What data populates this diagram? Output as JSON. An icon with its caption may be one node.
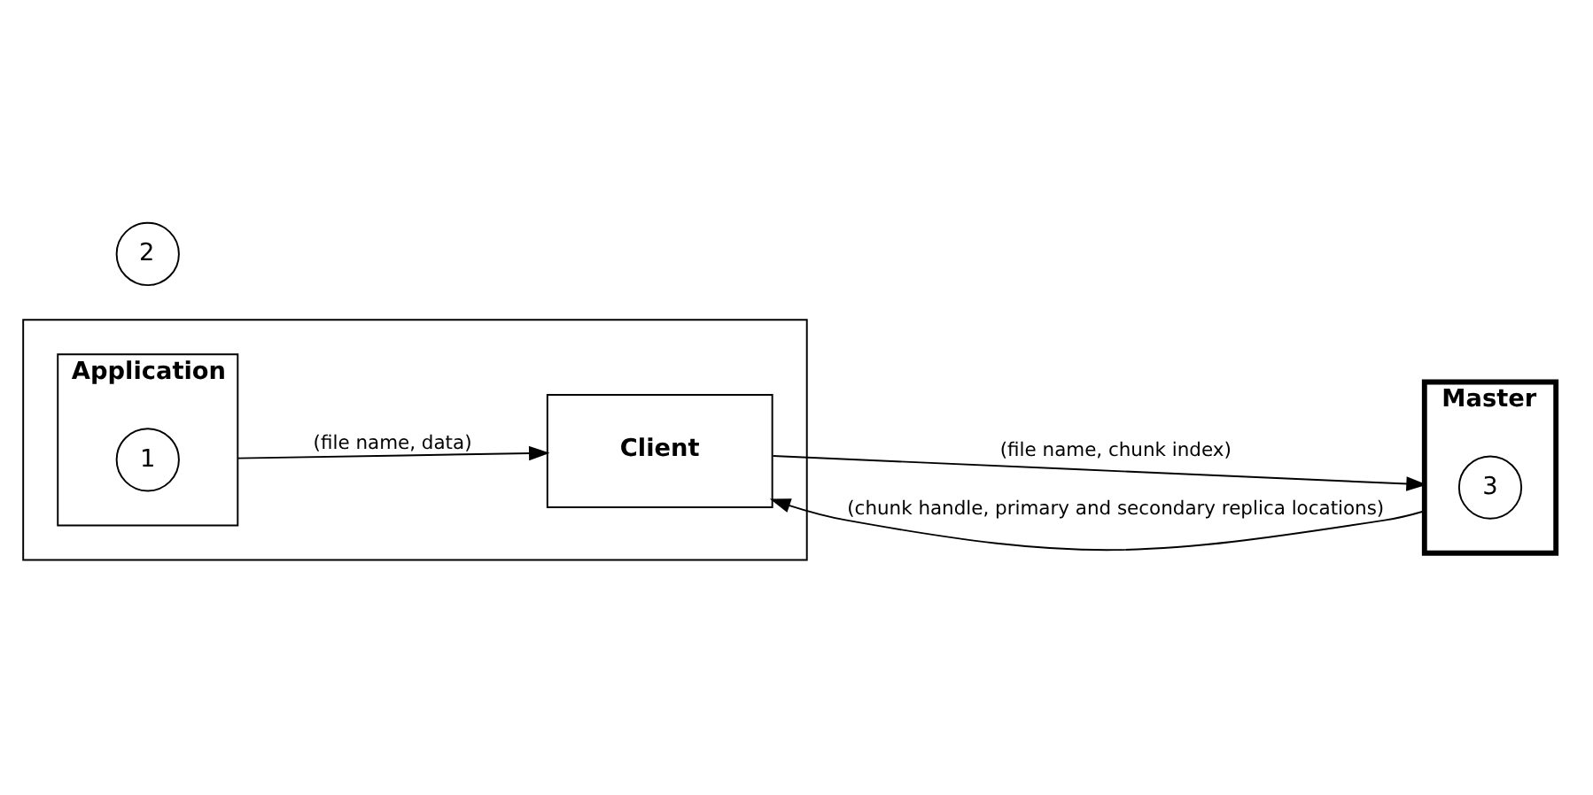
{
  "diagram": {
    "nodes": [
      {
        "text": [],
        "shape": "box"
      },
      {
        "text": [
          "Application"
        ],
        "in": 0
      },
      {
        "text": [
          "1"
        ],
        "in": 1
      },
      {
        "text": [
          "Client"
        ],
        "in": 0
      },
      {
        "text": [
          "2"
        ]
      },
      {
        "text": [
          "Master"
        ]
      },
      {
        "text": [
          "3"
        ],
        "in": 5
      }
    ],
    "edges": [
      {
        "from": 1,
        "to": 3,
        "arrow": "to",
        "label": "(file name, data)"
      },
      {
        "from": 3,
        "to": 5,
        "arrow": "to",
        "label": "(file name, chunk index)"
      },
      {
        "from": 5,
        "to": 3,
        "arrow": "to",
        "label": "(chunk handle, primary and secondary replica locations)"
      }
    ]
  }
}
